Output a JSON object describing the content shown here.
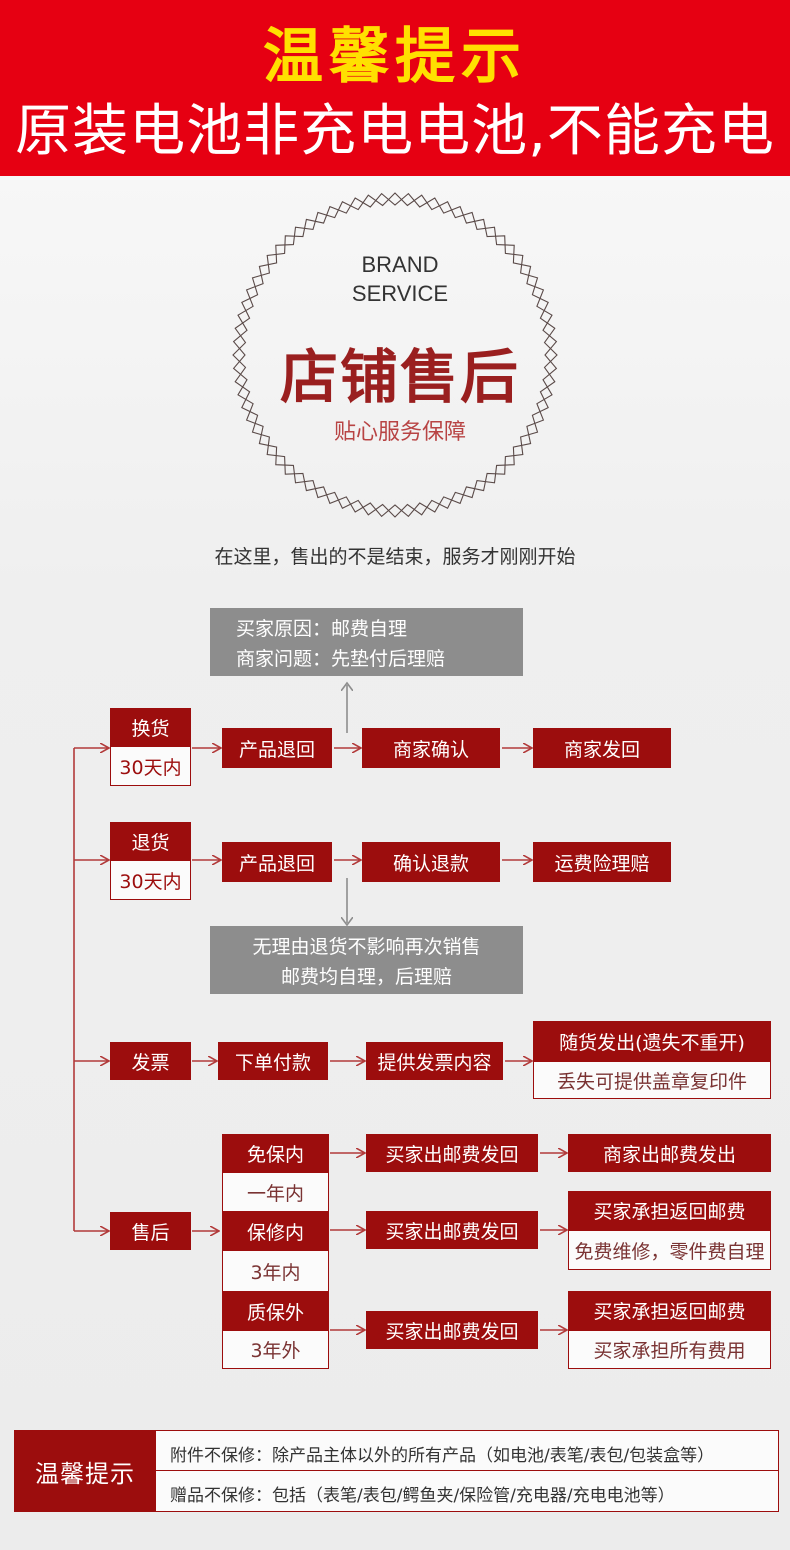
{
  "banner": {
    "title": "温馨提示",
    "subtitle": "原装电池非充电电池,不能充电",
    "bg_color": "#e60012",
    "title_color": "#ffe000"
  },
  "seal": {
    "brand_line1": "BRAND",
    "brand_line2": "SERVICE",
    "title": "店铺售后",
    "subtitle": "贴心服务保障"
  },
  "tagline": "在这里，售出的不是结束，服务才刚刚开始",
  "notes": {
    "top_line1": "买家原因：邮费自理",
    "top_line2": "商家问题：先垫付后理赔",
    "middle_line1": "无理由退货不影响再次销售",
    "middle_line2": "邮费均自理，后理赔"
  },
  "flow": {
    "exchange": {
      "label": "换货",
      "period": "30天内",
      "steps": [
        "产品退回",
        "商家确认",
        "商家发回"
      ]
    },
    "return": {
      "label": "退货",
      "period": "30天内",
      "steps": [
        "产品退回",
        "确认退款",
        "运费险理赔"
      ]
    },
    "invoice": {
      "label": "发票",
      "steps": [
        "下单付款",
        "提供发票内容"
      ],
      "result": "随货发出(遗失不重开)",
      "result_note": "丢失可提供盖章复印件"
    },
    "after_sales": {
      "label": "售后",
      "tiers": [
        {
          "label": "免保内",
          "period": "一年内",
          "step": "买家出邮费发回",
          "result": "商家出邮费发出",
          "result_note": ""
        },
        {
          "label": "保修内",
          "period": "3年内",
          "step": "买家出邮费发回",
          "result": "买家承担返回邮费",
          "result_note": "免费维修，零件费自理"
        },
        {
          "label": "质保外",
          "period": "3年外",
          "step": "买家出邮费发回",
          "result": "买家承担返回邮费",
          "result_note": "买家承担所有费用"
        }
      ]
    }
  },
  "tips": {
    "label": "温馨提示",
    "line1": "附件不保修：除产品主体以外的所有产品（如电池/表笔/表包/包装盒等）",
    "line2": "赠品不保修：包括（表笔/表包/鳄鱼夹/保险管/充电器/充电电池等）"
  },
  "colors": {
    "accent_red": "#9c0d0d",
    "note_gray": "#8d8d8d",
    "seal_red": "#9a1f1f"
  }
}
